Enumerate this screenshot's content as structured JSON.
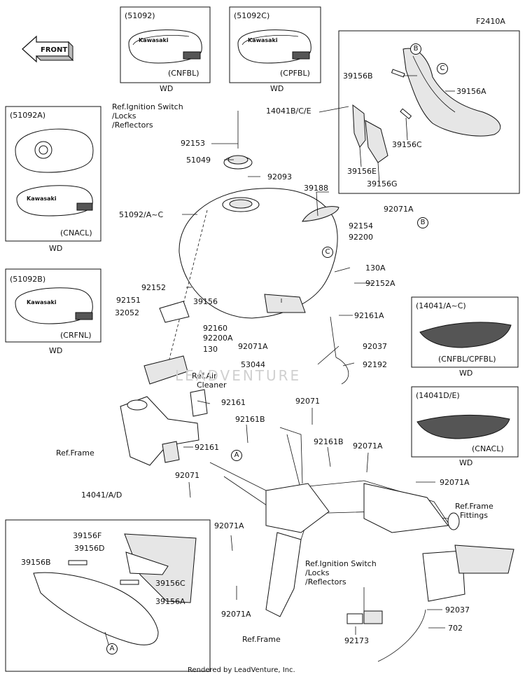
{
  "diagram_id": "F2410A",
  "footer": "Rendered by LeadVenture, Inc.",
  "watermark": "LEADVENTURE",
  "front_arrow": "FRONT",
  "variant_boxes": [
    {
      "part": "(51092)",
      "code": "(CNFBL)",
      "note": "WD"
    },
    {
      "part": "(51092C)",
      "code": "(CPFBL)",
      "note": "WD"
    },
    {
      "part": "(51092A)",
      "code": "(CNACL)",
      "note": "WD"
    },
    {
      "part": "(51092B)",
      "code": "(CRFNL)",
      "note": "WD"
    },
    {
      "part": "(14041/A~C)",
      "code": "(CNFBL/CPFBL)",
      "note": "WD"
    },
    {
      "part": "(14041D/E)",
      "code": "(CNACL)",
      "note": "WD"
    }
  ],
  "tank_brand": "Kawasaki",
  "inset_cover_parts": [
    "39156B",
    "39156A",
    "39156C",
    "39156E",
    "39156G"
  ],
  "bubbles": [
    "A",
    "B",
    "C"
  ],
  "callouts": {
    "ref_ignition_top": "Ref.Ignition Switch\n/Locks\n/Reflectors",
    "p92153": "92153",
    "p51049": "51049",
    "p92093": "92093",
    "p14041bce": "14041B/C/E",
    "p39188": "39188",
    "p51092ac": "51092/A~C",
    "p92071a_1": "92071A",
    "p92154": "92154",
    "p92200": "92200",
    "p130a": "130A",
    "p92152a": "92152A",
    "p92152": "92152",
    "p92151": "92151",
    "p32052": "32052",
    "p39156": "39156",
    "p92161a": "92161A",
    "p92160": "92160",
    "p92200a": "92200A",
    "p130": "130",
    "p92071a_2": "92071A",
    "p92037_1": "92037",
    "p53044": "53044",
    "p92192": "92192",
    "ref_air": "Ref.Air\n  Cleaner",
    "p92161_1": "92161",
    "p92071_1": "92071",
    "p92161b_1": "92161B",
    "p92161b_2": "92161B",
    "p92071a_3": "92071A",
    "ref_frame_1": "Ref.Frame",
    "p92161_2": "92161",
    "p92071_2": "92071",
    "p92071a_4": "92071A",
    "p14041ad": "14041/A/D",
    "ref_frame_fittings": "Ref.Frame\n  Fittings",
    "p39156f": "39156F",
    "p39156d": "39156D",
    "p39156b": "39156B",
    "p92071a_5": "92071A",
    "p39156c": "39156C",
    "p39156a": "39156A",
    "ref_ignition_bottom": "Ref.Ignition Switch\n/Locks\n/Reflectors",
    "p92071a_6": "92071A",
    "p92037_2": "92037",
    "p702": "702",
    "ref_frame_2": "Ref.Frame",
    "p92173": "92173"
  }
}
